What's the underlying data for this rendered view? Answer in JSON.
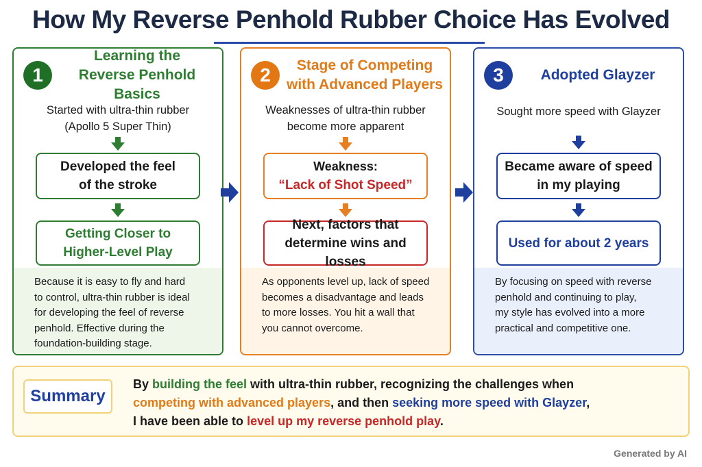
{
  "title": "How My Reverse Penhold Rubber Choice Has Evolved",
  "colors": {
    "green": "#2e7d32",
    "orange": "#e67e22",
    "blue": "#1f3f9e",
    "red": "#c62828",
    "summary_border": "#f0d27a"
  },
  "columns": [
    {
      "number": "1",
      "heading_line1": "Learning the",
      "heading_line2": "Reverse Penhold Basics",
      "intro_line1": "Started with ultra-thin rubber",
      "intro_line2": "(Apollo 5 Super Thin)",
      "box1_line1": "Developed the feel",
      "box1_line2": "of the stroke",
      "box2_line1": "Getting Closer to",
      "box2_line2": "Higher-Level Play",
      "desc": [
        "Because it is easy to fly and hard",
        "to control, ultra-thin rubber is ideal",
        "for developing the feel of reverse",
        "penhold. Effective during the",
        "foundation-building stage."
      ]
    },
    {
      "number": "2",
      "heading_line1": "Stage of Competing",
      "heading_line2": "with Advanced Players",
      "intro_line1": "Weaknesses of ultra-thin rubber",
      "intro_line2": "become more apparent",
      "box1_line1": "Weakness:",
      "box1_line2": "“Lack of Shot Speed”",
      "box2_line1": "Next, factors that",
      "box2_line2": "determine wins and losses",
      "desc": [
        "As opponents level up, lack of speed",
        "becomes a disadvantage and leads",
        "to more losses. You hit a wall that",
        "you cannot overcome."
      ]
    },
    {
      "number": "3",
      "heading_line1": "Adopted Glayzer",
      "intro_line1": "Sought more speed with Glayzer",
      "box1_line1": "Became aware of speed",
      "box1_line2": "in my playing",
      "box2_line1": "Used for about 2 years",
      "desc": [
        "By focusing on speed with reverse",
        "penhold and continuing to play,",
        "my style has evolved into a more",
        "practical and competitive one."
      ]
    }
  ],
  "summary": {
    "label": "Summary",
    "p1": "By ",
    "h1": "building the feel",
    "p2": " with ultra-thin rubber, recognizing the challenges when",
    "h2": "competing with advanced players",
    "p3": ", and then ",
    "h3": "seeking more speed with Glayzer",
    "p4": ",",
    "p5": "I have been able to ",
    "h4": "level up my reverse penhold play",
    "p6": "."
  },
  "footer": "Generated by AI"
}
